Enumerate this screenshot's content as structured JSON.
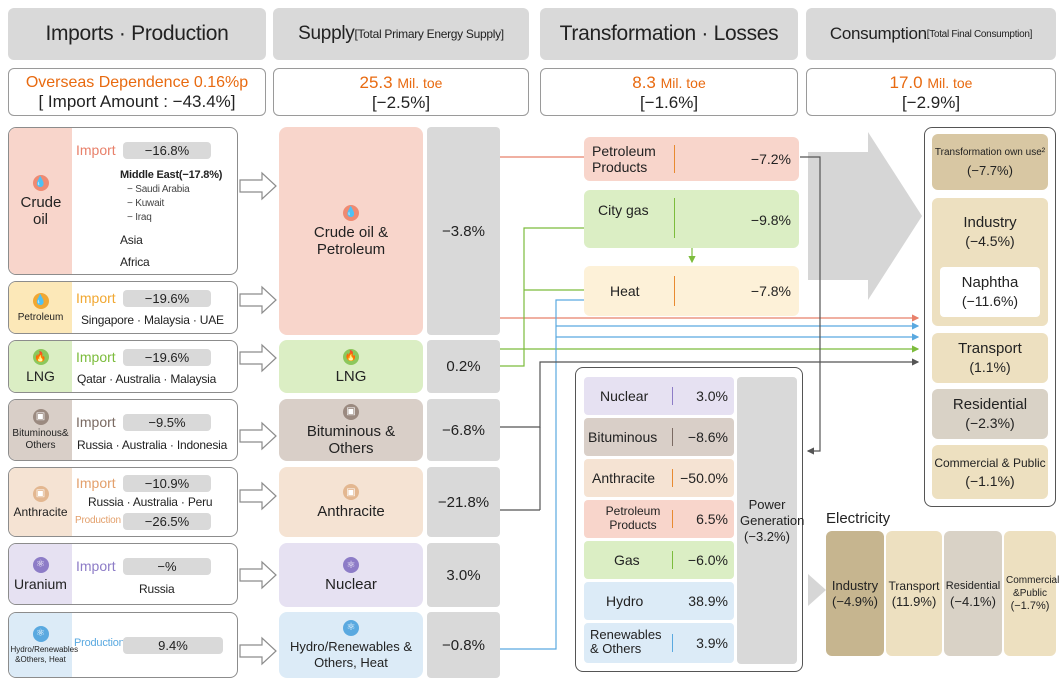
{
  "headers": {
    "imports": "Imports · Production",
    "supply": "Supply",
    "supply_sub": "[Total Primary Energy Supply]",
    "transformation": "Transformation · Losses",
    "consumption": "Consumption",
    "consumption_sub": "[Total Final Consumption]"
  },
  "summary": {
    "imports_line1": "Overseas Dependence 0.16%p",
    "imports_line2": "[ Import Amount : −43.4%]",
    "supply_value": "25.3",
    "supply_change": "[−2.5%]",
    "transformation_value": "8.3",
    "transformation_change": "[−1.6%]",
    "consumption_value": "17.0",
    "consumption_change": "[−2.9%]",
    "unit": "Mil. toe"
  },
  "sources": [
    {
      "name": "Crude oil",
      "kind": "Import",
      "value": "−16.8%",
      "color": "#f8d5cb",
      "details": [
        "Middle East(−17.8%)",
        "− Saudi Arabia",
        "− Kuwait",
        "− Iraq",
        "Asia",
        "Africa"
      ]
    },
    {
      "name": "Petroleum",
      "kind": "Import",
      "value": "−19.6%",
      "color": "#fce8b8",
      "countries": "Singapore · Malaysia · UAE"
    },
    {
      "name": "LNG",
      "kind": "Import",
      "value": "−19.6%",
      "color": "#dbeec4",
      "countries": "Qatar · Australia · Malaysia"
    },
    {
      "name": "Bituminous& Others",
      "kind": "Import",
      "value": "−9.5%",
      "color": "#d9cfc8",
      "countries": "Russia · Australia · Indonesia"
    },
    {
      "name": "Anthracite",
      "kind": "Import",
      "value": "−10.9%",
      "color": "#f5e3d3",
      "countries": "Russia · Australia · Peru",
      "kind2": "Production",
      "value2": "−26.5%"
    },
    {
      "name": "Uranium",
      "kind": "Import",
      "value": "−%",
      "color": "#e6e1f2",
      "countries": "Russia"
    },
    {
      "name": "Hydro/Renewables &Others, Heat",
      "kind": "Production",
      "value": "9.4%",
      "color": "#dcebf7"
    }
  ],
  "supply": [
    {
      "name": "Crude oil & Petroleum",
      "change": "−3.8%",
      "color": "#f8d5cb"
    },
    {
      "name": "LNG",
      "change": "0.2%",
      "color": "#dbeec4"
    },
    {
      "name": "Bituminous & Others",
      "change": "−6.8%",
      "color": "#d9cfc8"
    },
    {
      "name": "Anthracite",
      "change": "−21.8%",
      "color": "#f5e3d3"
    },
    {
      "name": "Nuclear",
      "change": "3.0%",
      "color": "#e6e1f2"
    },
    {
      "name": "Hydro/Renewables & Others, Heat",
      "change": "−0.8%",
      "color": "#dcebf7"
    }
  ],
  "transformation": [
    {
      "name": "Petroleum Products",
      "change": "−7.2%",
      "color": "#f8d5cb"
    },
    {
      "name": "City gas",
      "change": "−9.8%",
      "color": "#dbeec4"
    },
    {
      "name": "Heat",
      "change": "−7.8%",
      "color": "#fdf1d8"
    }
  ],
  "power": {
    "label": "Power Generation",
    "change": "(−3.2%)",
    "items": [
      {
        "name": "Nuclear",
        "change": "3.0%",
        "color": "#e6e1f2"
      },
      {
        "name": "Bituminous",
        "change": "−8.6%",
        "color": "#d9cfc8"
      },
      {
        "name": "Anthracite",
        "change": "−50.0%",
        "color": "#f5e3d3"
      },
      {
        "name": "Petroleum Products",
        "change": "6.5%",
        "color": "#f8d5cb"
      },
      {
        "name": "Gas",
        "change": "−6.0%",
        "color": "#dbeec4"
      },
      {
        "name": "Hydro",
        "change": "38.9%",
        "color": "#dcebf7"
      },
      {
        "name": "Renewables & Others",
        "change": "3.9%",
        "color": "#dcebf7"
      }
    ]
  },
  "consumption": [
    {
      "name": "Transformation own use²",
      "change": "(−7.7%)",
      "color": "#d8c7a3"
    },
    {
      "name": "Industry",
      "change": "(−4.5%)",
      "color": "#ede0c0"
    },
    {
      "name": "Naphtha",
      "change": "(−11.6%)",
      "color": "#ffffff"
    },
    {
      "name": "Transport",
      "change": "(1.1%)",
      "color": "#ede0c0"
    },
    {
      "name": "Residential",
      "change": "(−2.3%)",
      "color": "#d9d2c6"
    },
    {
      "name": "Commercial & Public",
      "change": "(−1.1%)",
      "color": "#ede0c0"
    }
  ],
  "electricity": {
    "title": "Electricity",
    "bars": [
      {
        "name": "Industry",
        "change": "(−4.9%)",
        "color": "#c6b58f"
      },
      {
        "name": "Transport",
        "change": "(11.9%)",
        "color": "#ede0c0"
      },
      {
        "name": "Residential",
        "change": "(−4.1%)",
        "color": "#d9d2c6"
      },
      {
        "name": "Commercial &Public",
        "change": "(−1.7%)",
        "color": "#ede0c0"
      }
    ]
  }
}
